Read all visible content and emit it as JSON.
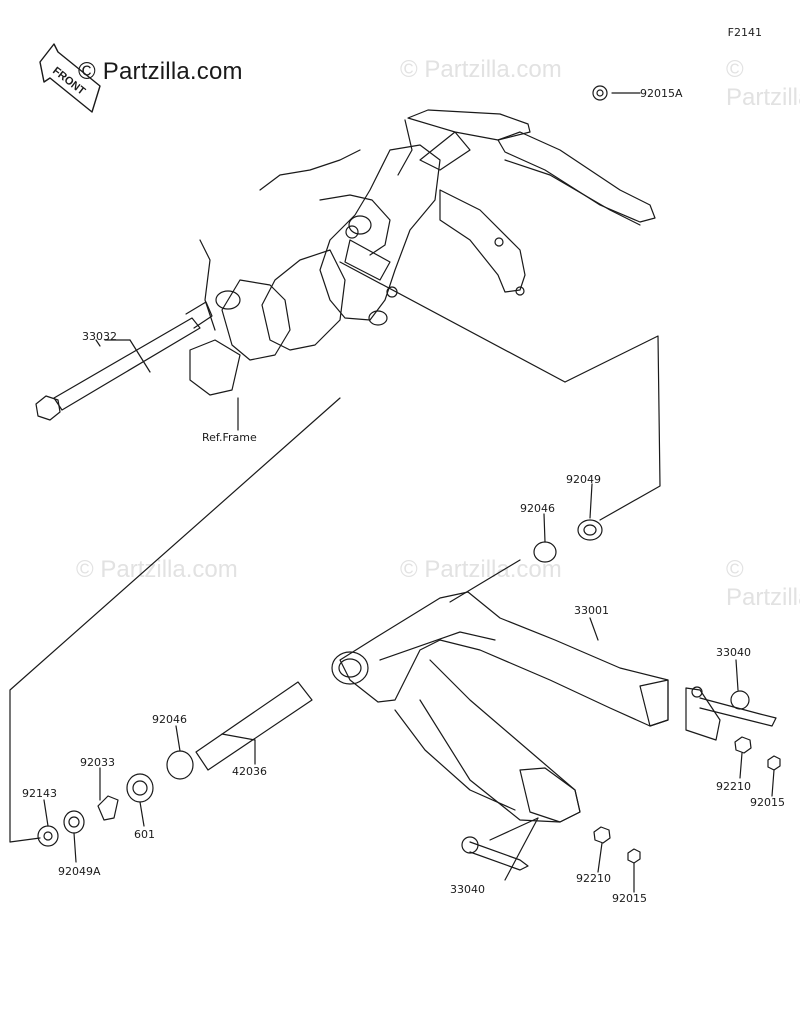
{
  "diagram_code": "F2141",
  "brand_text": "© Partzilla.com",
  "watermark_text": "© Partzilla.com",
  "front_label": "FRONT",
  "ref_frame_label": "Ref.Frame",
  "parts": {
    "p92015A": "92015A",
    "p33032": "33032",
    "p92049_top": "92049",
    "p92046_top": "92046",
    "p33001": "33001",
    "p33040_right": "33040",
    "p92046_left": "92046",
    "p42036": "42036",
    "p92033": "92033",
    "p92143": "92143",
    "p601": "601",
    "p92049A": "92049A",
    "p92210_right": "92210",
    "p92015_right": "92015",
    "p33040_bottom": "33040",
    "p92210_bottom": "92210",
    "p92015_bottom": "92015"
  }
}
